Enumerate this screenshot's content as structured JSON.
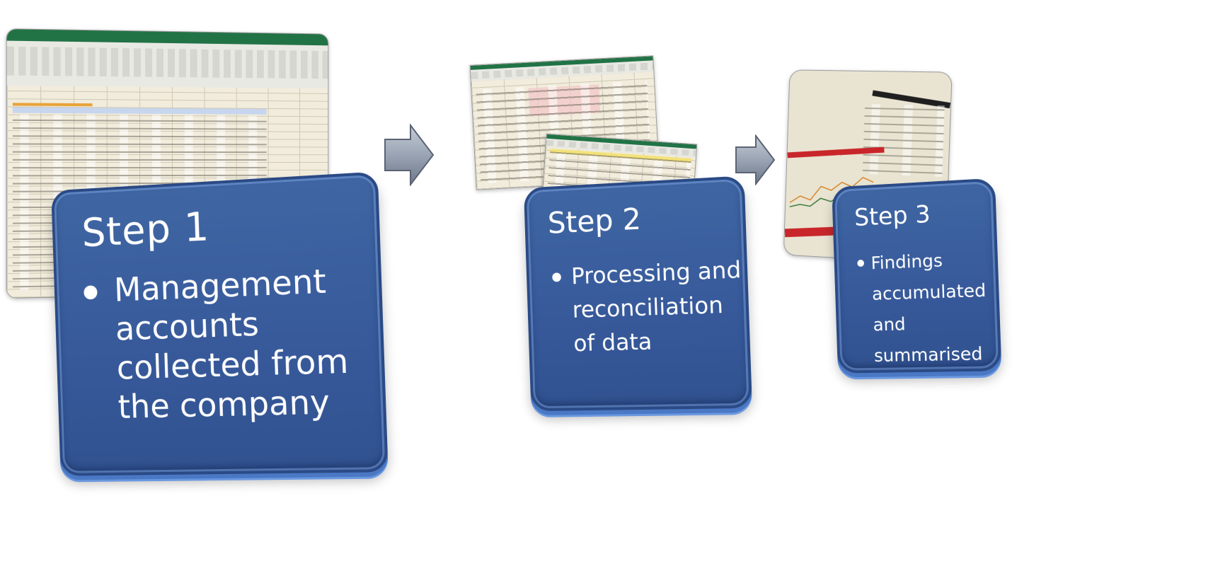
{
  "steps": [
    {
      "title": "Step 1",
      "bullet": "Management accounts collected from the company"
    },
    {
      "title": "Step 2",
      "bullet": "Processing and reconciliation of data"
    },
    {
      "title": "Step 3",
      "bullet": "Findings accumulated and summarised"
    }
  ],
  "colors": {
    "card_fill": "#3a5d9e",
    "card_border": "#2a4a86",
    "arrow_fill": "#9aa4b4",
    "excel_green": "#217346",
    "report_red": "#c8262a"
  },
  "icons": {
    "arrow": "right-arrow-icon",
    "thumbnail": "spreadsheet-thumbnail"
  }
}
